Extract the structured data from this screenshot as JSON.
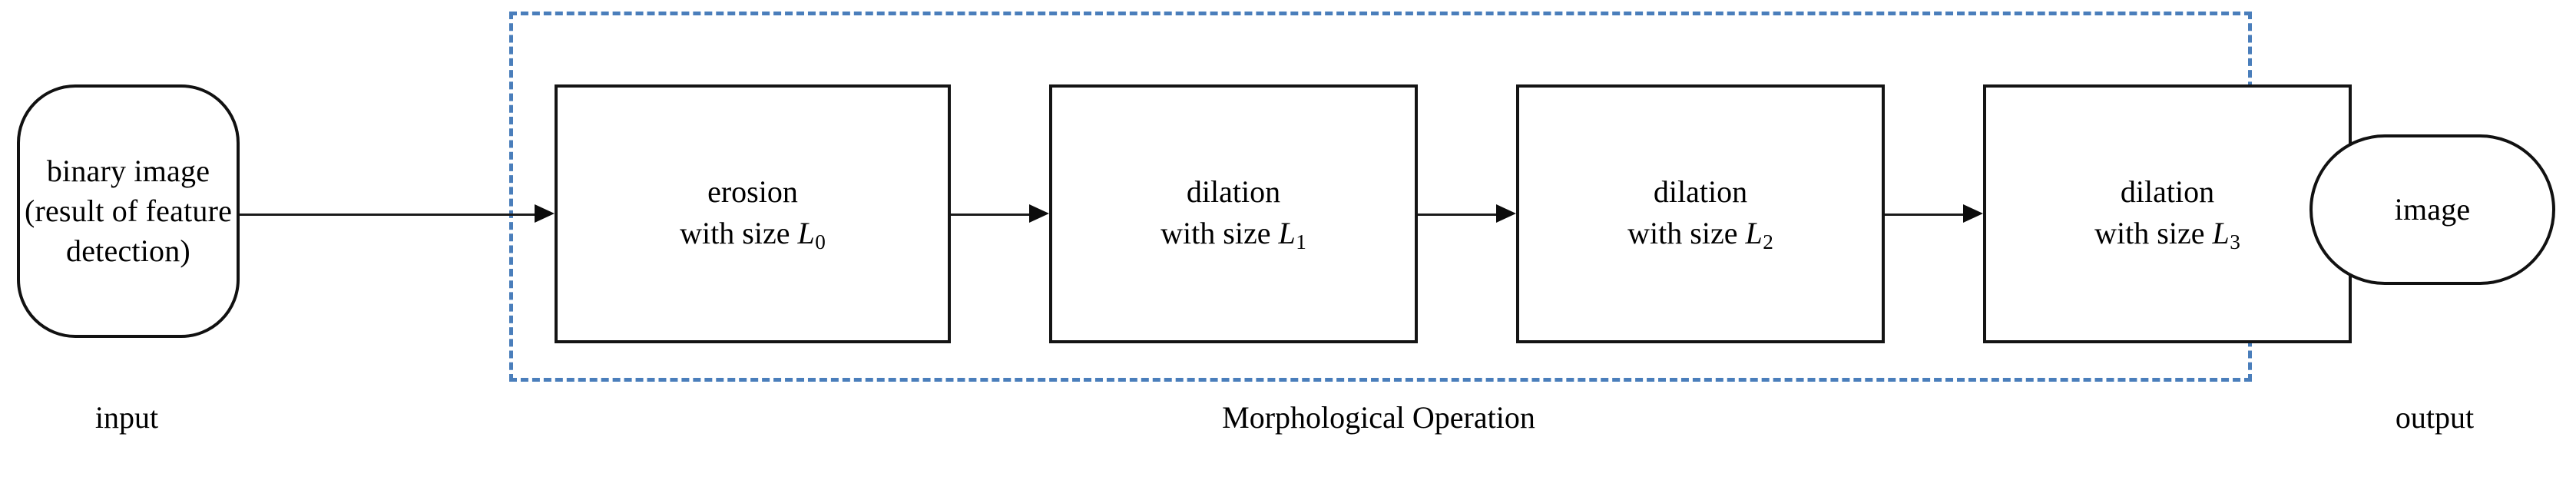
{
  "diagram": {
    "title": "Morphological Operation pipeline",
    "colors": {
      "group_border": "#4a7ebb",
      "node_border": "#111111",
      "connector": "#0c0c0c",
      "background": "#ffffff"
    },
    "input_node": {
      "shape": "stadium",
      "lines": [
        "binary image",
        "(result of feature",
        "detection)"
      ]
    },
    "output_node": {
      "shape": "stadium",
      "lines": [
        "image"
      ]
    },
    "steps": [
      {
        "operation": "erosion",
        "size_line_prefix": "with size ",
        "symbol": "L",
        "subscript": "0"
      },
      {
        "operation": "dilation",
        "size_line_prefix": "with size ",
        "symbol": "L",
        "subscript": "1"
      },
      {
        "operation": "dilation",
        "size_line_prefix": "with size ",
        "symbol": "L",
        "subscript": "2"
      },
      {
        "operation": "dilation",
        "size_line_prefix": "with size ",
        "symbol": "L",
        "subscript": "3"
      }
    ],
    "captions": {
      "input": "input",
      "group": "Morphological Operation",
      "output": "output"
    }
  }
}
